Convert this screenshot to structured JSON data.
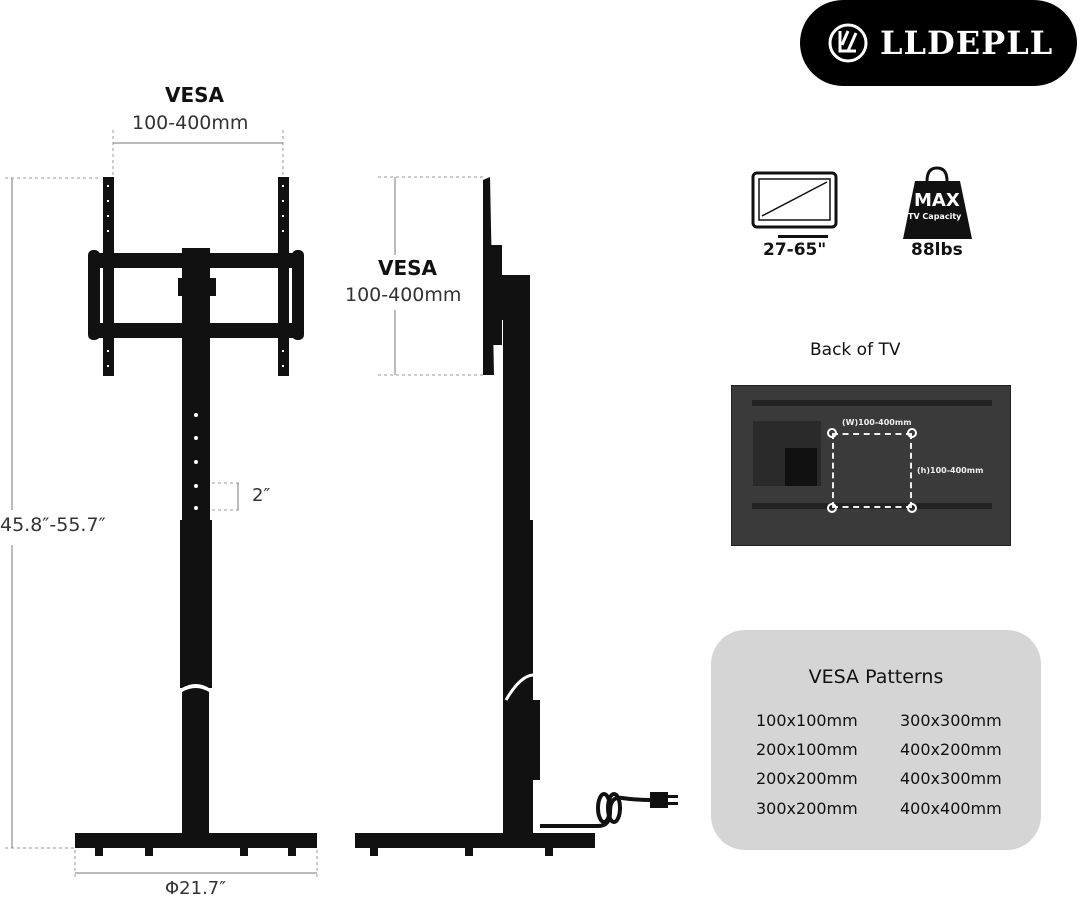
{
  "brand": {
    "name": "LLDEPLL"
  },
  "front_view": {
    "vesa_title": "VESA",
    "vesa_range": "100-400mm",
    "height_range": "45.8″-55.7″",
    "step": "2″",
    "base_diameter": "Φ21.7″"
  },
  "side_view": {
    "vesa_title": "VESA",
    "vesa_range": "100-400mm"
  },
  "specs": {
    "screen_size": "27-65\"",
    "max_label": "MAX",
    "capacity_label": "TV Capacity",
    "max_load": "88lbs"
  },
  "back_of_tv": {
    "title": "Back of TV",
    "width_label": "(W)100-400mm",
    "height_label": "(h)100-400mm"
  },
  "vesa_patterns": {
    "title": "VESA Patterns",
    "left": [
      "100x100mm",
      "200x100mm",
      "200x200mm",
      "300x200mm"
    ],
    "right": [
      "300x300mm",
      "400x200mm",
      "400x300mm",
      "400x400mm"
    ]
  }
}
